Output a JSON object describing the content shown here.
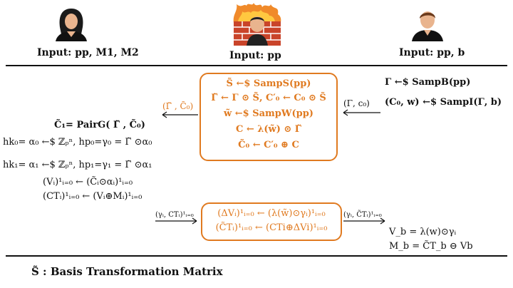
{
  "parties": {
    "user": {
      "input_label": "Input: pp, M1, M2",
      "icon": "female-user-icon"
    },
    "firewall": {
      "input_label": "Input: pp",
      "icon": "firewall-user-icon"
    },
    "server": {
      "input_label": "Input: pp, b",
      "icon": "male-user-icon"
    }
  },
  "firewall_box": {
    "lines": [
      "S̃ ←$ SampS(pp)",
      "Γ̃ ← Γ ⊙ S̃,  C′₀ ← C₀ ⊙ S̃",
      "w̃ ←$ SampW(pp)",
      "C ← λ(w̃) ⊙ Γ̃",
      "C̃₀ ← C′₀ ⊕ C"
    ]
  },
  "server_lines": [
    "Γ ←$ SampB(pp)",
    "(C₀, w) ←$ SampI(Γ, b)"
  ],
  "arrows": {
    "server_to_firewall": "(Γ, c₀)",
    "firewall_to_user": "(Γ̃ , C̃₀)",
    "user_to_firewall": "(γᵢ, CTᵢ)¹ᵢ₌₀",
    "firewall_to_server": "(γᵢ, C̃Tᵢ)¹ᵢ₌₀"
  },
  "user_lines": [
    "C̃₁= PairG( Γ̃ , C̃₀)",
    "hk₀= α₀ ←$ ℤₚⁿ, hp₀=γ₀ = Γ̃ ⊙α₀",
    "hk₁= α₁ ←$ ℤₚⁿ, hp₁=γ₁ = Γ̃ ⊙α₁",
    "(Vᵢ)¹ᵢ₌₀ ← (C̃ᵢ⊙αᵢ)¹ᵢ₌₀",
    "(CTᵢ)¹ᵢ₌₀ ← (Vᵢ⊕Mᵢ)¹ᵢ₌₀"
  ],
  "firewall_box2": {
    "lines": [
      "(ΔVᵢ)¹ᵢ₌₀ ← (λ(w̃)⊙γᵢ)¹ᵢ₌₀",
      "(C̃Tᵢ)¹ᵢ₌₀ ← (CTi⊕ΔVi)¹ᵢ₌₀"
    ]
  },
  "server_final": [
    "V_b = λ(w)⊙γᵢ",
    "M_b = C̃T_b ⊖ Vb"
  ],
  "footnote": "S̃ : Basis Transformation Matrix",
  "colors": {
    "accent": "#e07a20",
    "text": "#111111"
  }
}
